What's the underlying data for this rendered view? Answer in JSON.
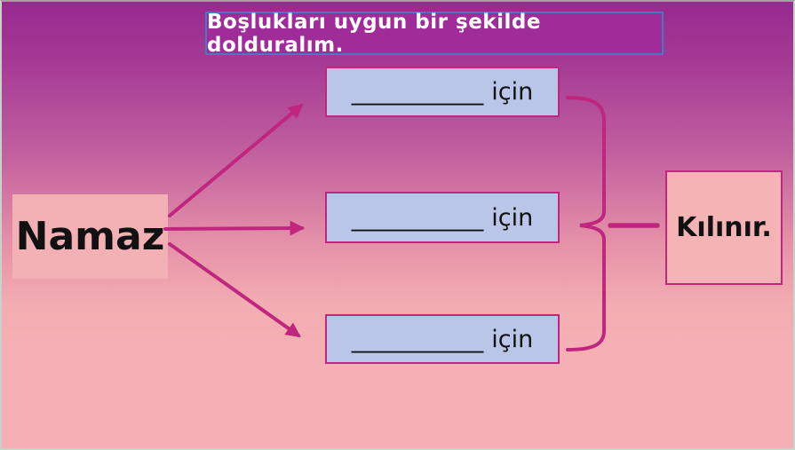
{
  "title_banner": {
    "text": "Boşlukları uygun bir şekilde dolduralım."
  },
  "source_box": {
    "label": "Namaz"
  },
  "blank_boxes": [
    {
      "blank": "___________",
      "label": "için"
    },
    {
      "blank": "___________",
      "label": "için"
    },
    {
      "blank": "___________",
      "label": "için"
    }
  ],
  "result_box": {
    "label": "Kılınır."
  },
  "colors": {
    "background_top": "#98298f",
    "background_bottom": "#f4b0b4",
    "banner_fill": "#a02c99",
    "banner_border": "#4579c2",
    "banner_text": "#ffffff",
    "blank_box_fill": "#b9c6e8",
    "accent_magenta": "#c0267e",
    "pink_box_fill": "#f4b1b5",
    "text_black": "#111111"
  }
}
